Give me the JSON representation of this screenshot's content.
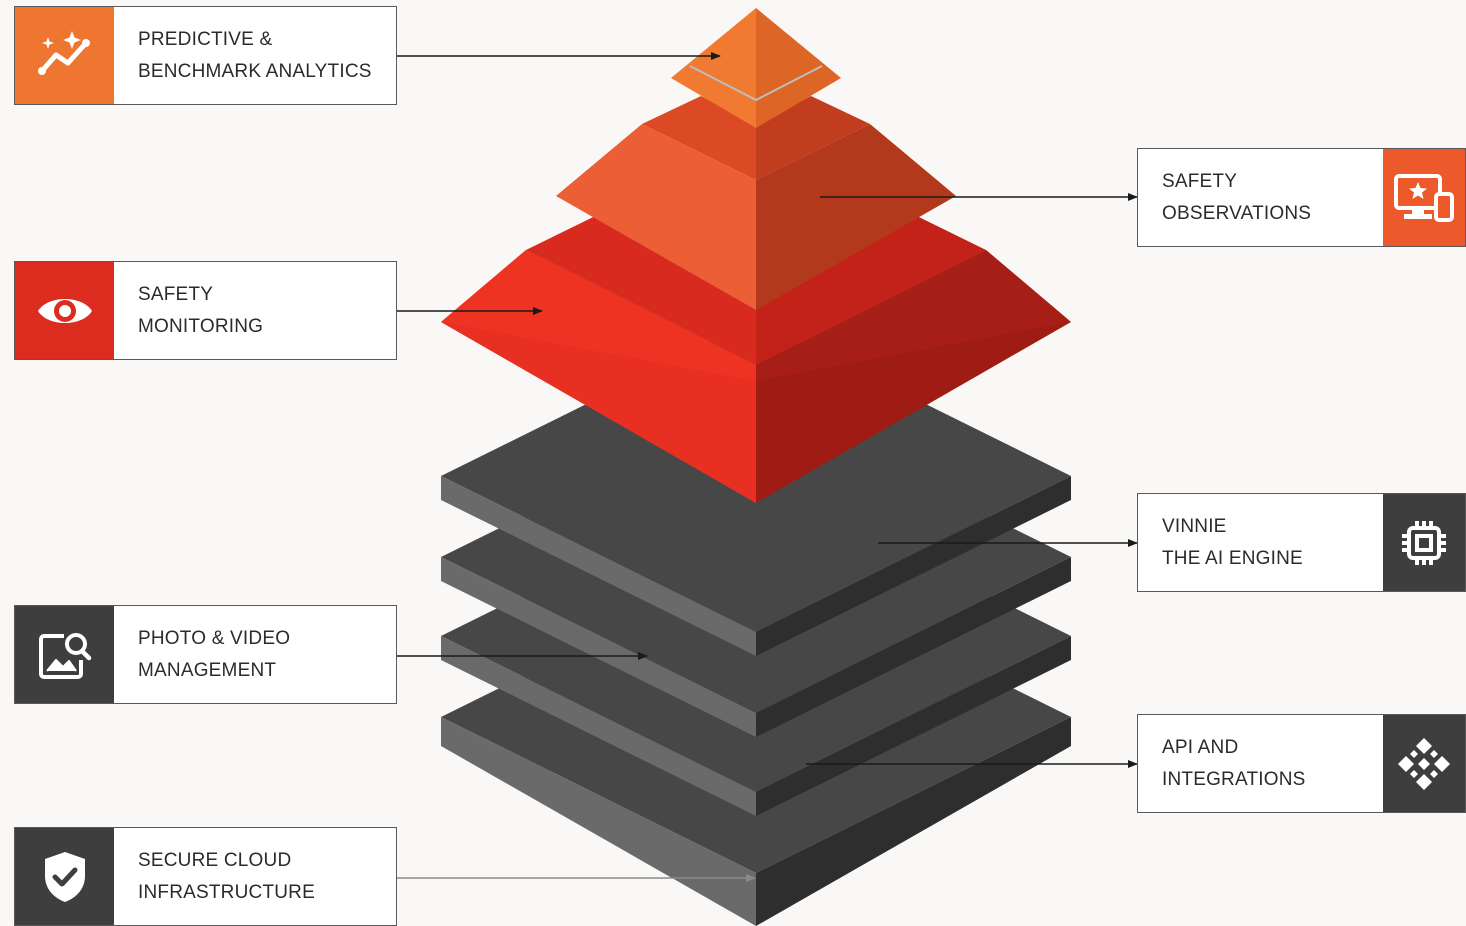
{
  "colors": {
    "background": "#f9f8f6",
    "orange": "#ee7630",
    "red": "#dc2c20",
    "dark": "#3e3e3e",
    "light_orange": "#ec6434"
  },
  "cards": {
    "predictive": {
      "line1": "PREDICTIVE &",
      "line2": "BENCHMARK ANALYTICS",
      "icon": "sparkle-trend-icon",
      "color": "#ee7630"
    },
    "monitoring": {
      "line1": "SAFETY",
      "line2": "MONITORING",
      "icon": "eye-icon",
      "color": "#dc2c20"
    },
    "photo_video": {
      "line1": "PHOTO & VIDEO",
      "line2": "MANAGEMENT",
      "icon": "image-search-icon",
      "color": "#3e3e3e"
    },
    "secure_cloud": {
      "line1": "SECURE CLOUD",
      "line2": "INFRASTRUCTURE",
      "icon": "shield-check-icon",
      "color": "#3e3e3e"
    },
    "observations": {
      "line1": "SAFETY",
      "line2": "OBSERVATIONS",
      "icon": "monitor-star-icon",
      "color": "#ec5a2c"
    },
    "vinnie": {
      "line1": "VINNIE",
      "line2": "THE AI ENGINE",
      "icon": "chip-icon",
      "color": "#3e3e3e"
    },
    "api": {
      "line1": "API AND",
      "line2": "INTEGRATIONS",
      "icon": "api-diamonds-icon",
      "color": "#3e3e3e"
    }
  }
}
